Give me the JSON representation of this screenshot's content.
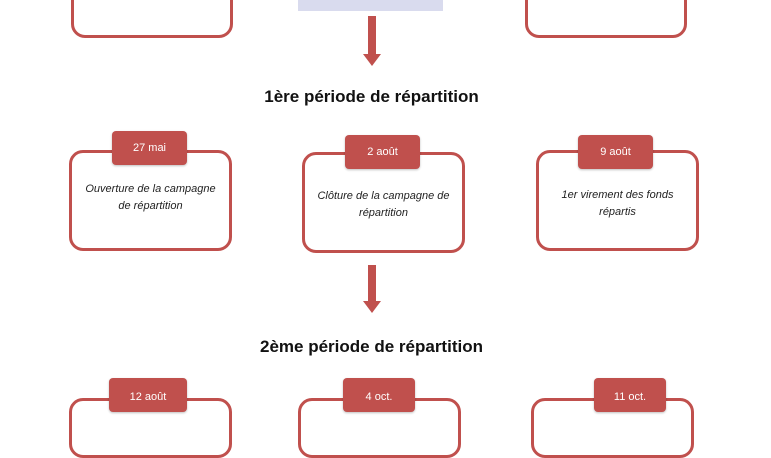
{
  "colors": {
    "accent": "#c0504d",
    "top_rect": "#d9dbee"
  },
  "sections": [
    {
      "title": "1ère période de répartition",
      "steps": [
        {
          "date": "27 mai",
          "description": "Ouverture de la campagne de répartition"
        },
        {
          "date": "2 août",
          "description": "Clôture de la campagne de répartition"
        },
        {
          "date": "9 août",
          "description": "1er virement des fonds répartis"
        }
      ]
    },
    {
      "title": "2ème période de répartition",
      "steps": [
        {
          "date": "12 août"
        },
        {
          "date": "4 oct."
        },
        {
          "date": "11 oct."
        }
      ]
    }
  ]
}
